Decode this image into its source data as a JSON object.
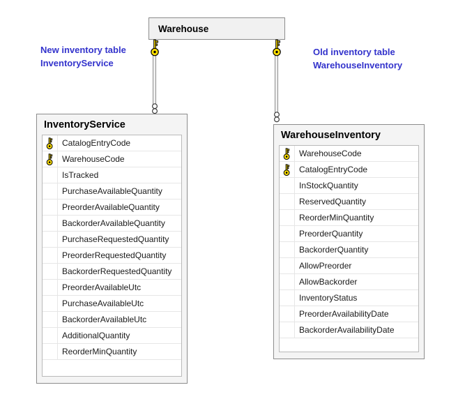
{
  "parent_table": {
    "title": "Warehouse"
  },
  "annotations": {
    "left": {
      "line1": "New inventory table",
      "line2": "InventoryService"
    },
    "right": {
      "line1": "Old inventory table",
      "line2": "WarehouseInventory"
    }
  },
  "tables": [
    {
      "title": "InventoryService",
      "columns": [
        {
          "name": "CatalogEntryCode",
          "key": true
        },
        {
          "name": "WarehouseCode",
          "key": true
        },
        {
          "name": "IsTracked",
          "key": false
        },
        {
          "name": "PurchaseAvailableQuantity",
          "key": false
        },
        {
          "name": "PreorderAvailableQuantity",
          "key": false
        },
        {
          "name": "BackorderAvailableQuantity",
          "key": false
        },
        {
          "name": "PurchaseRequestedQuantity",
          "key": false
        },
        {
          "name": "PreorderRequestedQuantity",
          "key": false
        },
        {
          "name": "BackorderRequestedQuantity",
          "key": false
        },
        {
          "name": "PreorderAvailableUtc",
          "key": false
        },
        {
          "name": "PurchaseAvailableUtc",
          "key": false
        },
        {
          "name": "BackorderAvailableUtc",
          "key": false
        },
        {
          "name": "AdditionalQuantity",
          "key": false
        },
        {
          "name": "ReorderMinQuantity",
          "key": false
        }
      ]
    },
    {
      "title": "WarehouseInventory",
      "columns": [
        {
          "name": "WarehouseCode",
          "key": true
        },
        {
          "name": "CatalogEntryCode",
          "key": true
        },
        {
          "name": "InStockQuantity",
          "key": false
        },
        {
          "name": "ReservedQuantity",
          "key": false
        },
        {
          "name": "ReorderMinQuantity",
          "key": false
        },
        {
          "name": "PreorderQuantity",
          "key": false
        },
        {
          "name": "BackorderQuantity",
          "key": false
        },
        {
          "name": "AllowPreorder",
          "key": false
        },
        {
          "name": "AllowBackorder",
          "key": false
        },
        {
          "name": "InventoryStatus",
          "key": false
        },
        {
          "name": "PreorderAvailabilityDate",
          "key": false
        },
        {
          "name": "BackorderAvailabilityDate",
          "key": false
        }
      ]
    }
  ],
  "relationships": [
    {
      "from": "Warehouse",
      "to": "InventoryService",
      "one_end": "key-icon",
      "many_end": "infinity-icon"
    },
    {
      "from": "Warehouse",
      "to": "WarehouseInventory",
      "one_end": "key-icon",
      "many_end": "infinity-icon"
    }
  ],
  "colors": {
    "annotation_text": "#3333CC",
    "key_yellow": "#FFE000",
    "table_fill": "#F4F4F4",
    "table_border": "#8C8C8C",
    "inner_border": "#B9B9B9",
    "row_separator": "#E6E6E6",
    "connector_line": "#8F8F8F"
  }
}
